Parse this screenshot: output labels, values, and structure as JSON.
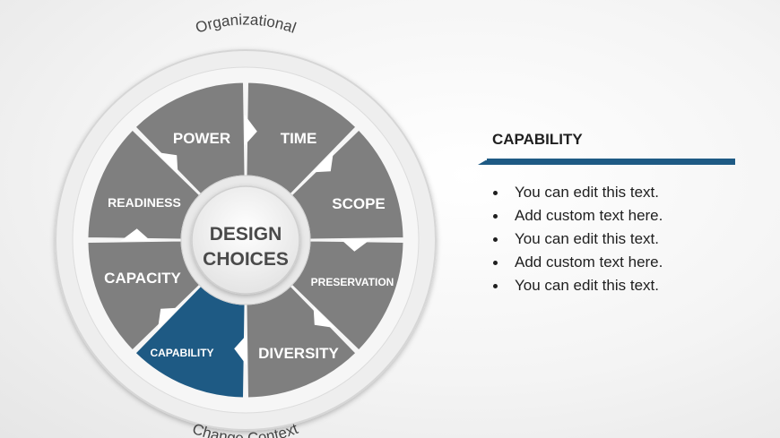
{
  "diagram": {
    "outer_top_label": "Organizational",
    "outer_bottom_label": "Change Context",
    "center_lines": [
      "DESIGN",
      "CHOICES"
    ],
    "segments": [
      {
        "label": "TIME",
        "highlighted": false
      },
      {
        "label": "SCOPE",
        "highlighted": false
      },
      {
        "label": "PRESERVATION",
        "highlighted": false
      },
      {
        "label": "DIVERSITY",
        "highlighted": false
      },
      {
        "label": "CAPABILITY",
        "highlighted": true
      },
      {
        "label": "CAPACITY",
        "highlighted": false
      },
      {
        "label": "READINESS",
        "highlighted": false
      },
      {
        "label": "POWER",
        "highlighted": false
      }
    ],
    "colors": {
      "segment": "#7f7f7f",
      "highlight": "#1e5a84",
      "ring": "#eeeeee",
      "ring_border": "#d6d6d6"
    }
  },
  "panel": {
    "title": "CAPABILITY",
    "bullets": [
      "You can edit this text.",
      "Add custom text here.",
      "You can edit this text.",
      "Add custom text here.",
      "You can edit this text."
    ],
    "accent_color": "#1e5a84"
  }
}
